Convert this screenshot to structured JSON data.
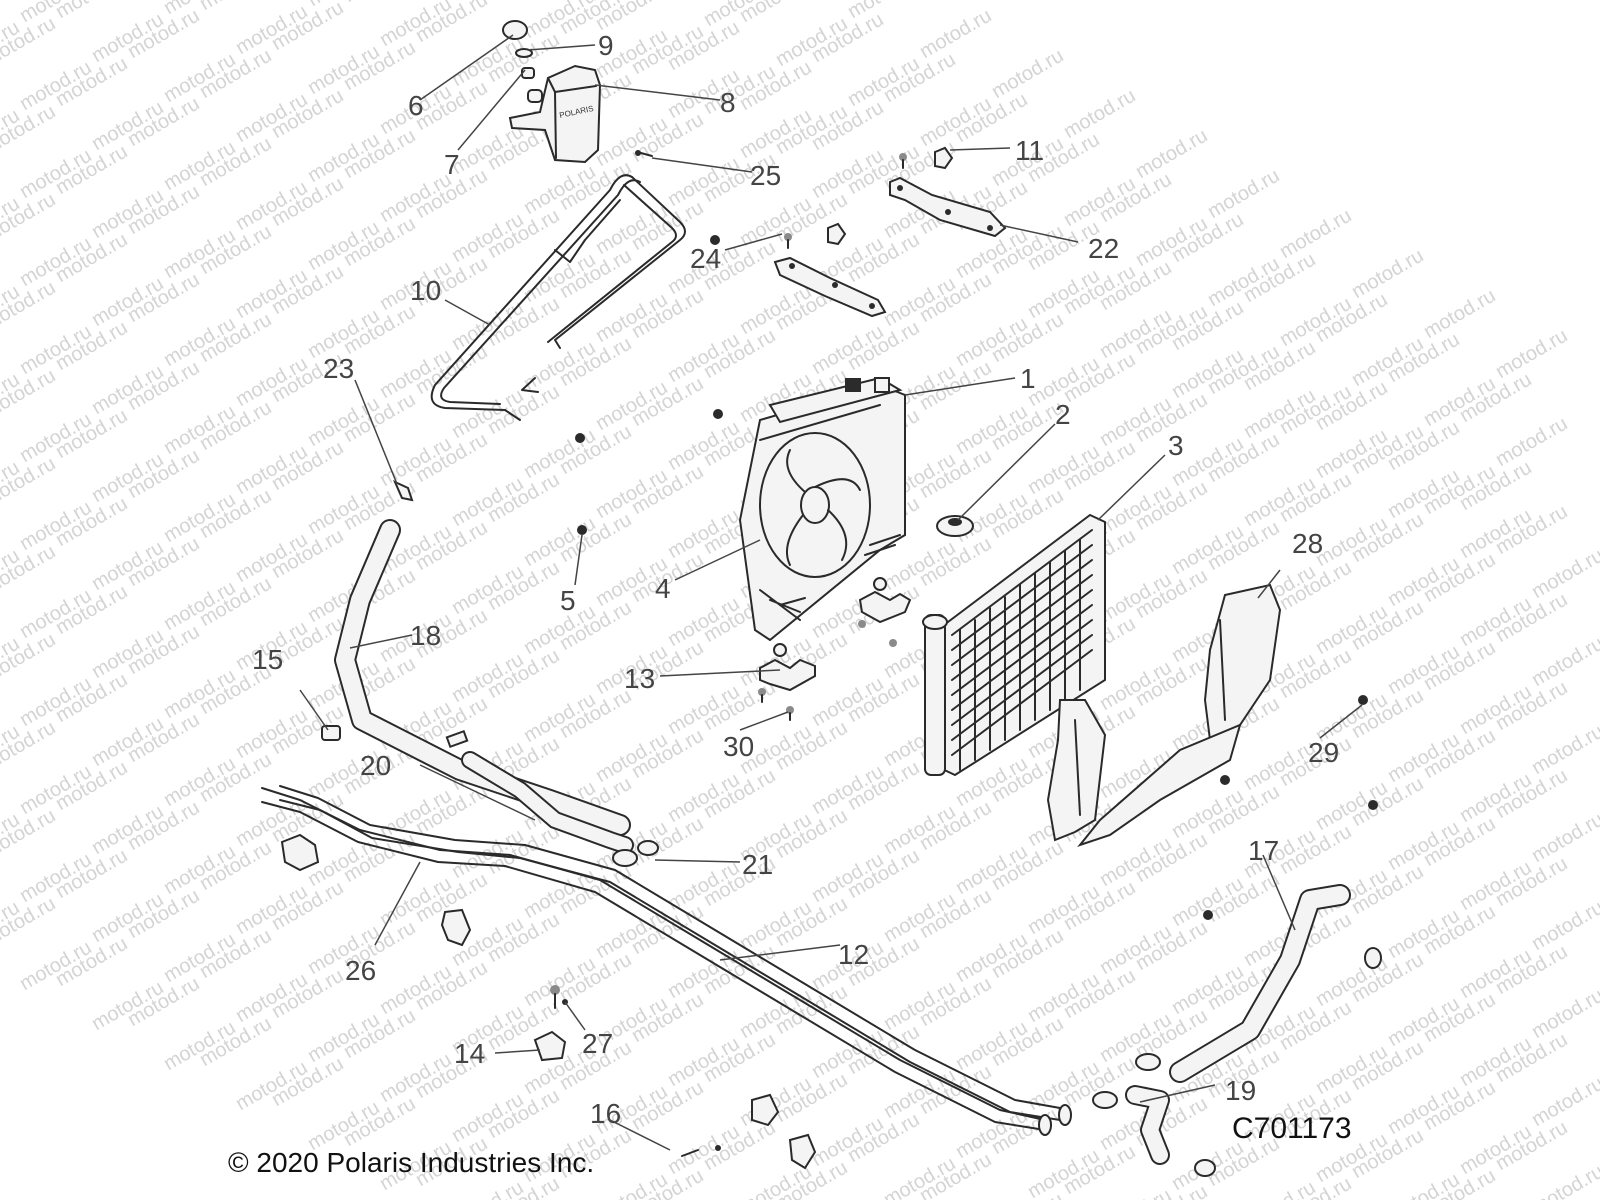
{
  "diagram": {
    "watermark_text": "motod.ru",
    "copyright": "© 2020 Polaris Industries Inc.",
    "figure_code": "C701173",
    "callouts": [
      "1",
      "2",
      "3",
      "4",
      "5",
      "6",
      "7",
      "8",
      "9",
      "10",
      "11",
      "12",
      "13",
      "14",
      "15",
      "16",
      "17",
      "18",
      "19",
      "20",
      "21",
      "22",
      "23",
      "24",
      "25",
      "26",
      "27",
      "28",
      "29",
      "30"
    ]
  }
}
